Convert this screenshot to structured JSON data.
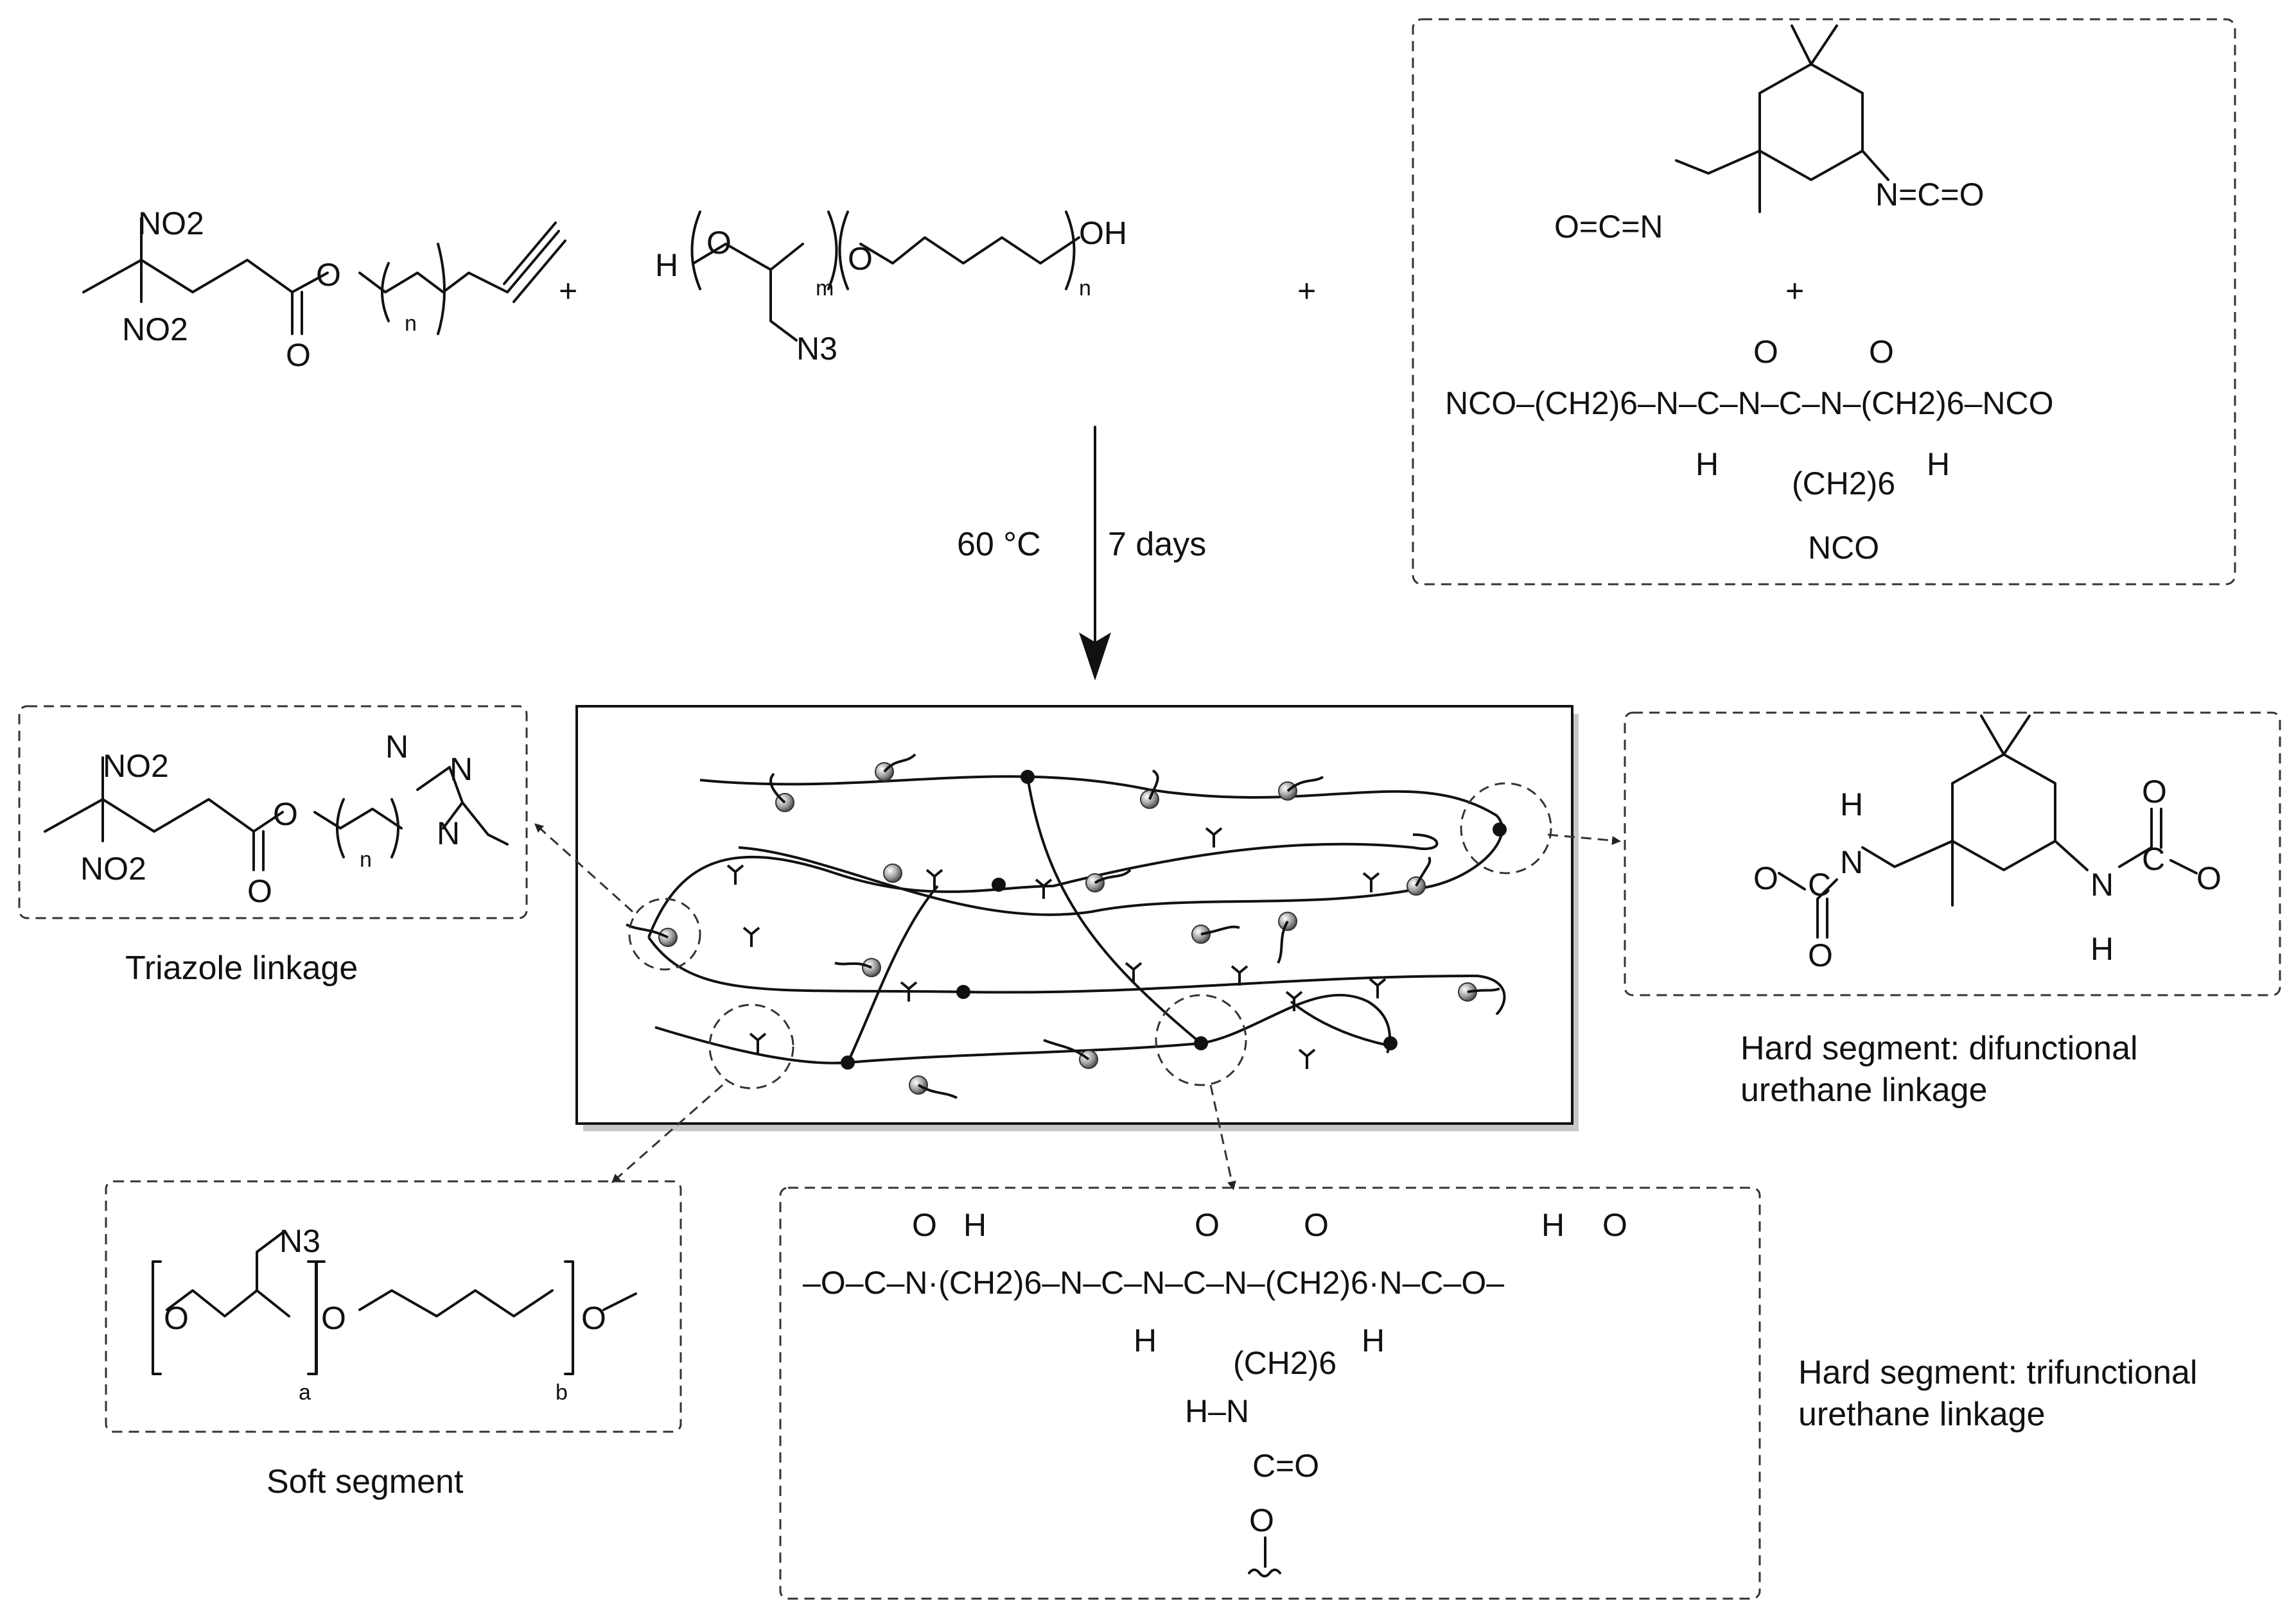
{
  "reactants": {
    "alkyne": {
      "no2_top": "NO2",
      "no2_bottom": "NO2",
      "ester_o": "O",
      "carbonyl_o": "O",
      "n": "n"
    },
    "plus1": "+",
    "polyol": {
      "h": "H",
      "o1": "O",
      "m": "m",
      "o2": "O",
      "oh": "OH",
      "n": "n",
      "n3": "N3"
    },
    "plus2": "+",
    "isocyanates": {
      "ipdi": {
        "left": "O=C=N",
        "right": "N=C=O"
      },
      "plus": "+",
      "trimer": {
        "left": "NCO–(CH2)6–N–C–N–C–N–(CH2)6–NCO",
        "carbonyl_o1": "O",
        "carbonyl_o2": "O",
        "h1": "H",
        "h2": "H",
        "branch": "(CH2)6",
        "branch_end": "NCO"
      }
    }
  },
  "conditions": {
    "temperature": "60 °C",
    "time": "7 days"
  },
  "captions": {
    "triazole": "Triazole linkage",
    "soft": "Soft segment",
    "difunctional_1": "Hard segment: difunctional",
    "difunctional_2": "urethane linkage",
    "trifunctional_1": "Hard segment: trifunctional",
    "trifunctional_2": "urethane linkage"
  },
  "triazole_box": {
    "no2_top": "NO2",
    "no2_bottom": "NO2",
    "ester_o": "O",
    "carbonyl_o": "O",
    "n": "n",
    "n1": "N",
    "n2": "N",
    "n3": "N"
  },
  "soft_box": {
    "n3": "N3",
    "o_left": "O",
    "o_mid": "O",
    "o_right": "O",
    "a": "a",
    "b": "b"
  },
  "difunctional_box": {
    "o_left": "O",
    "c_left": "C",
    "n_left": "N",
    "h_left": "H",
    "carbonyl_left": "O",
    "n_right": "N",
    "h_right": "H",
    "c_right": "C",
    "carbonyl_right": "O",
    "o_right": "O"
  },
  "trifunctional_box": {
    "main": "–O–C–N·(CH2)6–N–C–N–C–N–(CH2)6·N–C–O–",
    "carbonyl": "O",
    "h": "H",
    "branch": "(CH2)6",
    "hn": "H–N",
    "co": "C=O",
    "o": "O"
  },
  "colors": {
    "ink": "#111111",
    "network_bead": "#9a9a9a",
    "frame_shadow": "#bbbbbb"
  }
}
